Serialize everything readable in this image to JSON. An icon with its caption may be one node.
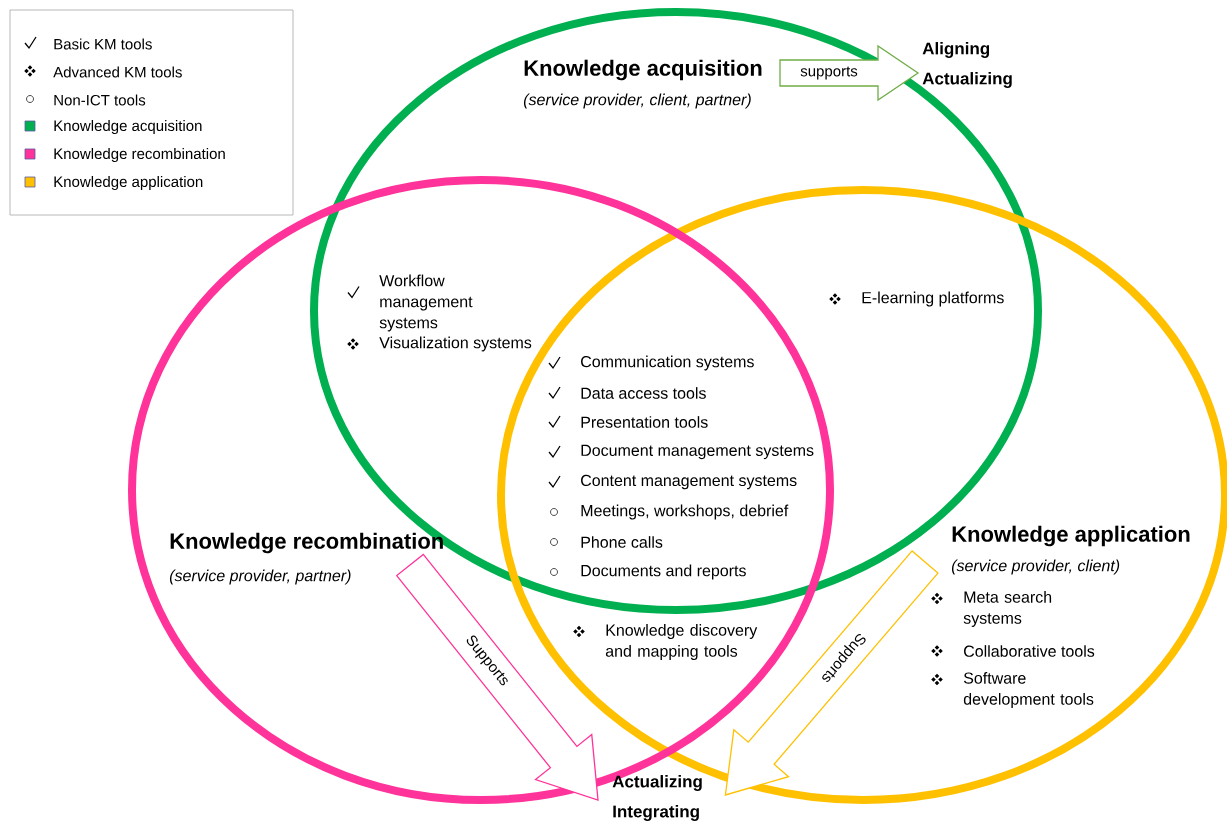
{
  "diagram": {
    "nodes": [
      {
        "text": [
          "Knowledge acquisition",
          "(service provider, client, partner)"
        ]
      },
      {
        "text": [
          "Knowledge recombination",
          "(service provider, partner)"
        ]
      },
      {
        "text": [
          "Knowledge application",
          "(service provider, client)"
        ]
      },
      {
        "text": [
          "Aligning Actualizing"
        ]
      },
      {
        "text": [
          "Actualizing Integrating"
        ]
      }
    ],
    "edges": [
      {
        "from": 0,
        "to": 3,
        "arrow": "to",
        "label": "supports",
        "color": "#70ad47"
      },
      {
        "from": 1,
        "to": 4,
        "arrow": "to",
        "label": "Supports",
        "color": "#ff3399"
      },
      {
        "from": 2,
        "to": 4,
        "arrow": "to",
        "label": "Supports",
        "color": "#ffc000"
      }
    ],
    "labels": [
      "Workflow management systems",
      "E-learning platforms",
      "Visualization systems",
      "Communication systems",
      "Data access tools",
      "Presentation tools",
      "Document management systems",
      "Content management systems",
      "Meetings, workshops, debrief",
      "Phone calls",
      "Documents and reports",
      "Meta search systems",
      "Knowledge discovery and mapping tools",
      "Collaborative tools",
      "Software development tools"
    ],
    "legend": [
      {
        "text": "Basic KM tools"
      },
      {
        "text": "Advanced KM tools"
      },
      {
        "text": "Non-ICT tools"
      },
      {
        "text": "Knowledge acquisition",
        "color": "#00b050"
      },
      {
        "text": "Knowledge recombination",
        "color": "#ff3399"
      },
      {
        "text": "Knowledge application",
        "color": "#ffc000"
      }
    ]
  }
}
